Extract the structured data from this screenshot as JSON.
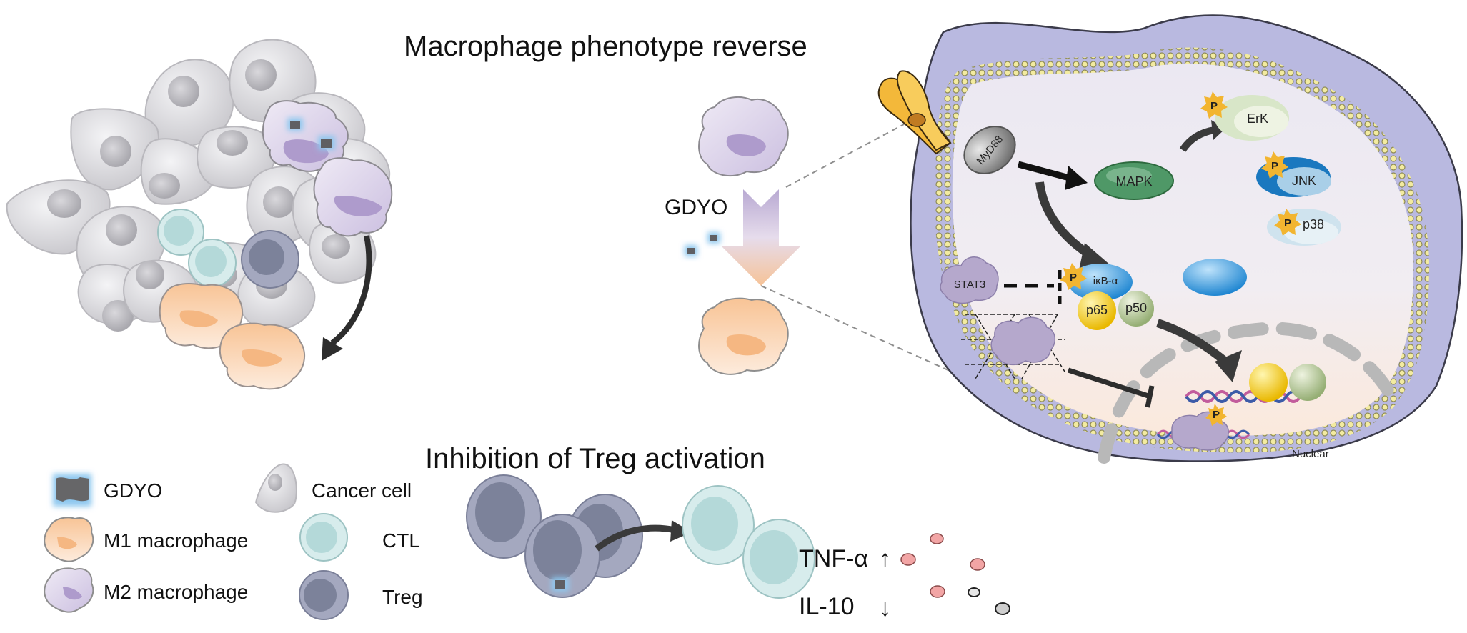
{
  "titles": {
    "macrophage": "Macrophage phenotype reverse",
    "treg": "Inhibition of Treg activation"
  },
  "legend": [
    {
      "icon": "gdyo-icon",
      "label": "GDYO"
    },
    {
      "icon": "m1-macrophage-icon",
      "label": "M1 macrophage"
    },
    {
      "icon": "m2-macrophage-icon",
      "label": "M2 macrophage"
    },
    {
      "icon": "cancer-cell-icon",
      "label": "Cancer cell"
    },
    {
      "icon": "ctl-icon",
      "label": "CTL"
    },
    {
      "icon": "treg-icon",
      "label": "Treg"
    }
  ],
  "macrophage_panel": {
    "agent_label": "GDYO"
  },
  "pathway": {
    "receptor": "",
    "adaptor": "MyD88",
    "mapk": "MAPK",
    "erk": "ErK",
    "jnk": "JNK",
    "p38": "p38",
    "ikb": "iκB-α",
    "p65": "p65",
    "p50": "p50",
    "stat3": "STAT3",
    "phospho": "P",
    "nucleus": "Nuclear"
  },
  "cytokines": {
    "tnf": {
      "label": "TNF-α",
      "direction": "↑"
    },
    "il10": {
      "label": "IL-10",
      "direction": "↓"
    }
  },
  "colors": {
    "cancer": "#d9d8dc",
    "m1": "#f8c9a0",
    "m2": "#d8cfe6",
    "ctl": "#cfe6e6",
    "treg": "#9aa0b8",
    "gdyo_glow": "#8fc8ef",
    "phospho": "#f2b530",
    "membrane_dot": "#f3eba0"
  }
}
